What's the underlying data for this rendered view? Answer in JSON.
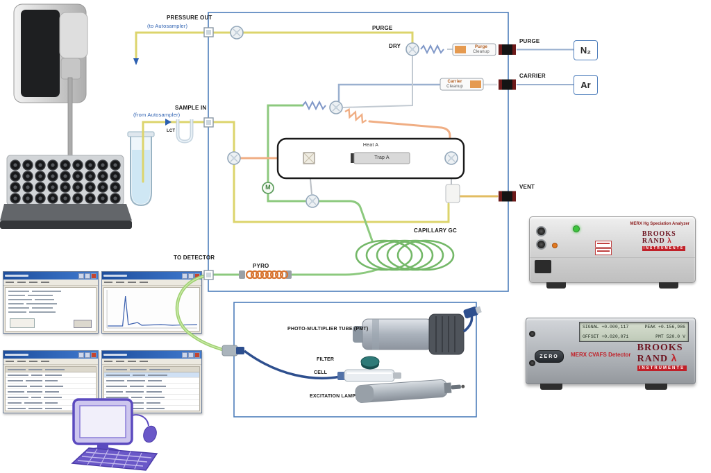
{
  "colors": {
    "box_border": "#4d7dbb",
    "tube_yellow": "#dcd46c",
    "tube_green": "#8cc97e",
    "tube_orange": "#f0ae84",
    "gas_line_blue": "#9ab0cf",
    "brand_red": "#6d1420",
    "accent_red_bar": "#c02028",
    "led_green": "#3ec43e"
  },
  "flow": {
    "pressure_out": "PRESSURE OUT",
    "to_autosampler": "(to Autosampler)",
    "purge_line": "PURGE",
    "dry": "DRY",
    "purge_cleanup_1": "Purge",
    "purge_cleanup_2": "Cleanup",
    "purge_port": "PURGE",
    "carrier_port": "CARRIER",
    "carrier_cleanup_1": "Carrier",
    "carrier_cleanup_2": "Cleanup",
    "n2": "N₂",
    "ar": "Ar",
    "sample_in": "SAMPLE IN",
    "from_autosampler": "(from Autosampler)",
    "lct": "LCT",
    "heat_a": "Heat A",
    "trap_a": "Trap A",
    "motor": "M",
    "vent": "VENT",
    "capillary_gc": "CAPILLARY GC",
    "to_detector": "TO DETECTOR",
    "pyro": "PYRO"
  },
  "detector": {
    "pmt": "PHOTO-MULTIPLIER TUBE (PMT)",
    "filter": "FILTER",
    "cell": "CELL",
    "excitation_lamp": "EXCITATION LAMP"
  },
  "analyzer": {
    "model": "MERX Hg Speciation Analyzer",
    "brand_1": "BROOKS",
    "brand_2": "RAND",
    "brand_mark": "λ",
    "brand_bar": "INSTRUMENTS"
  },
  "detector_unit": {
    "signal_label": "SIGNAL",
    "signal_value": "+0.000,117",
    "peak_label": "PEAK",
    "peak_value": "+0.156,986",
    "offset_label": "OFFSET",
    "offset_value": "+0.020,071",
    "pmt_label": "PMT",
    "pmt_value": "520.0 V",
    "zero_button": "ZERO",
    "model": "MERX CVAFS Detector",
    "brand_1": "BROOKS",
    "brand_2": "RAND",
    "brand_mark": "λ",
    "brand_bar": "INSTRUMENTS"
  }
}
